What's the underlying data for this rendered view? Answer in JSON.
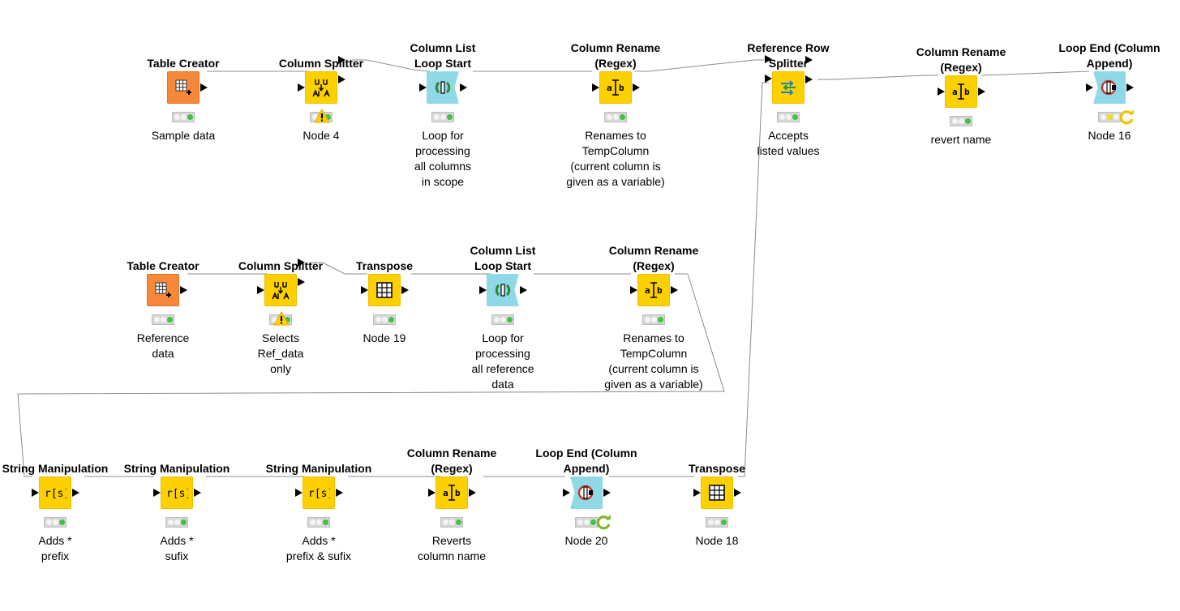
{
  "workflow": {
    "nodes": [
      {
        "id": "table-creator-sample",
        "title": "Table Creator",
        "label": "Sample data",
        "type": "source",
        "icon": "table-creator-icon",
        "in_ports": 0,
        "out_ports": 1,
        "status": "executed"
      },
      {
        "id": "column-splitter-top",
        "title": "Column Splitter",
        "label": "Node 4",
        "type": "manipulator",
        "icon": "column-splitter-icon",
        "in_ports": 1,
        "out_ports": 2,
        "status": "warning"
      },
      {
        "id": "column-list-loop-start-top",
        "title": "Column List\nLoop Start",
        "label": "Loop for\nprocessing\nall columns\nin scope",
        "type": "loopstart",
        "icon": "loop-start-icon",
        "in_ports": 1,
        "out_ports": 1,
        "status": "executed"
      },
      {
        "id": "column-rename-top",
        "title": "Column Rename\n(Regex)",
        "label": "Renames to\nTempColumn\n(current column is\ngiven as a variable)",
        "type": "manipulator",
        "icon": "column-rename-icon",
        "in_ports": 1,
        "out_ports": 1,
        "status": "executed"
      },
      {
        "id": "reference-row-splitter",
        "title": "Reference Row\nSplitter",
        "label": "Accepts\nlisted values",
        "type": "manipulator",
        "icon": "reference-row-splitter-icon",
        "in_ports": 2,
        "out_ports": 2,
        "status": "executed"
      },
      {
        "id": "column-rename-revert-name",
        "title": "Column Rename\n(Regex)",
        "label": "revert name",
        "type": "manipulator",
        "icon": "column-rename-icon",
        "in_ports": 1,
        "out_ports": 1,
        "status": "executed"
      },
      {
        "id": "loop-end-node-16",
        "title": "Loop End (Column\nAppend)",
        "label": "Node 16",
        "type": "loopend",
        "icon": "loop-end-icon",
        "in_ports": 1,
        "out_ports": 1,
        "status": "looping"
      },
      {
        "id": "table-creator-reference",
        "title": "Table Creator",
        "label": "Reference\ndata",
        "type": "source",
        "icon": "table-creator-icon",
        "in_ports": 0,
        "out_ports": 1,
        "status": "executed"
      },
      {
        "id": "column-splitter-middle",
        "title": "Column Splitter",
        "label": "Selects\nRef_data\nonly",
        "type": "manipulator",
        "icon": "column-splitter-icon",
        "in_ports": 1,
        "out_ports": 2,
        "status": "warning"
      },
      {
        "id": "transpose-node-19",
        "title": "Transpose",
        "label": "Node 19",
        "type": "manipulator",
        "icon": "transpose-icon",
        "in_ports": 1,
        "out_ports": 1,
        "status": "executed"
      },
      {
        "id": "column-list-loop-start-middle",
        "title": "Column List\nLoop Start",
        "label": "Loop for\nprocessing\nall reference\ndata",
        "type": "loopstart",
        "icon": "loop-start-icon",
        "in_ports": 1,
        "out_ports": 1,
        "status": "executed"
      },
      {
        "id": "column-rename-middle",
        "title": "Column Rename\n(Regex)",
        "label": "Renames to\nTempColumn\n(current column is\ngiven as a variable)",
        "type": "manipulator",
        "icon": "column-rename-icon",
        "in_ports": 1,
        "out_ports": 1,
        "status": "executed"
      },
      {
        "id": "string-manipulation-prefix",
        "title": "String Manipulation",
        "label": "Adds *\nprefix",
        "type": "manipulator",
        "icon": "string-manipulation-icon",
        "in_ports": 1,
        "out_ports": 1,
        "status": "executed"
      },
      {
        "id": "string-manipulation-sufix",
        "title": "String Manipulation",
        "label": "Adds *\nsufix",
        "type": "manipulator",
        "icon": "string-manipulation-icon",
        "in_ports": 1,
        "out_ports": 1,
        "status": "executed"
      },
      {
        "id": "string-manipulation-prefix-sufix",
        "title": "String Manipulation",
        "label": "Adds *\nprefix & sufix",
        "type": "manipulator",
        "icon": "string-manipulation-icon",
        "in_ports": 1,
        "out_ports": 1,
        "status": "executed"
      },
      {
        "id": "column-rename-reverts",
        "title": "Column Rename\n(Regex)",
        "label": "Reverts\ncolumn name",
        "type": "manipulator",
        "icon": "column-rename-icon",
        "in_ports": 1,
        "out_ports": 1,
        "status": "executed"
      },
      {
        "id": "loop-end-node-20",
        "title": "Loop End (Column\nAppend)",
        "label": "Node 20",
        "type": "loopend",
        "icon": "loop-end-icon",
        "in_ports": 1,
        "out_ports": 1,
        "status": "executed-loop"
      },
      {
        "id": "transpose-node-18",
        "title": "Transpose",
        "label": "Node 18",
        "type": "manipulator",
        "icon": "transpose-icon",
        "in_ports": 1,
        "out_ports": 1,
        "status": "executed"
      }
    ],
    "connections": [
      {
        "from": "table-creator-sample",
        "to": "column-splitter-top"
      },
      {
        "from": "column-splitter-top",
        "to": "column-list-loop-start-top"
      },
      {
        "from": "column-list-loop-start-top",
        "to": "column-rename-top"
      },
      {
        "from": "column-rename-top",
        "to": "reference-row-splitter"
      },
      {
        "from": "reference-row-splitter",
        "to": "column-rename-revert-name"
      },
      {
        "from": "column-rename-revert-name",
        "to": "loop-end-node-16"
      },
      {
        "from": "table-creator-reference",
        "to": "column-splitter-middle"
      },
      {
        "from": "column-splitter-middle",
        "to": "transpose-node-19"
      },
      {
        "from": "transpose-node-19",
        "to": "column-list-loop-start-middle"
      },
      {
        "from": "column-list-loop-start-middle",
        "to": "column-rename-middle"
      },
      {
        "from": "column-rename-middle",
        "to": "string-manipulation-prefix"
      },
      {
        "from": "string-manipulation-prefix",
        "to": "string-manipulation-sufix"
      },
      {
        "from": "string-manipulation-sufix",
        "to": "string-manipulation-prefix-sufix"
      },
      {
        "from": "string-manipulation-prefix-sufix",
        "to": "column-rename-reverts"
      },
      {
        "from": "column-rename-reverts",
        "to": "loop-end-node-20"
      },
      {
        "from": "loop-end-node-20",
        "to": "transpose-node-18"
      },
      {
        "from": "transpose-node-18",
        "to": "reference-row-splitter"
      }
    ],
    "colors": {
      "source": "#f7883a",
      "manipulator": "#fdd000",
      "loop": "#8fd8e8",
      "status_green": "#3ec43e",
      "status_yellow": "#f2e200",
      "warning": "#ffd200",
      "connection": "#8c8c8c"
    }
  }
}
